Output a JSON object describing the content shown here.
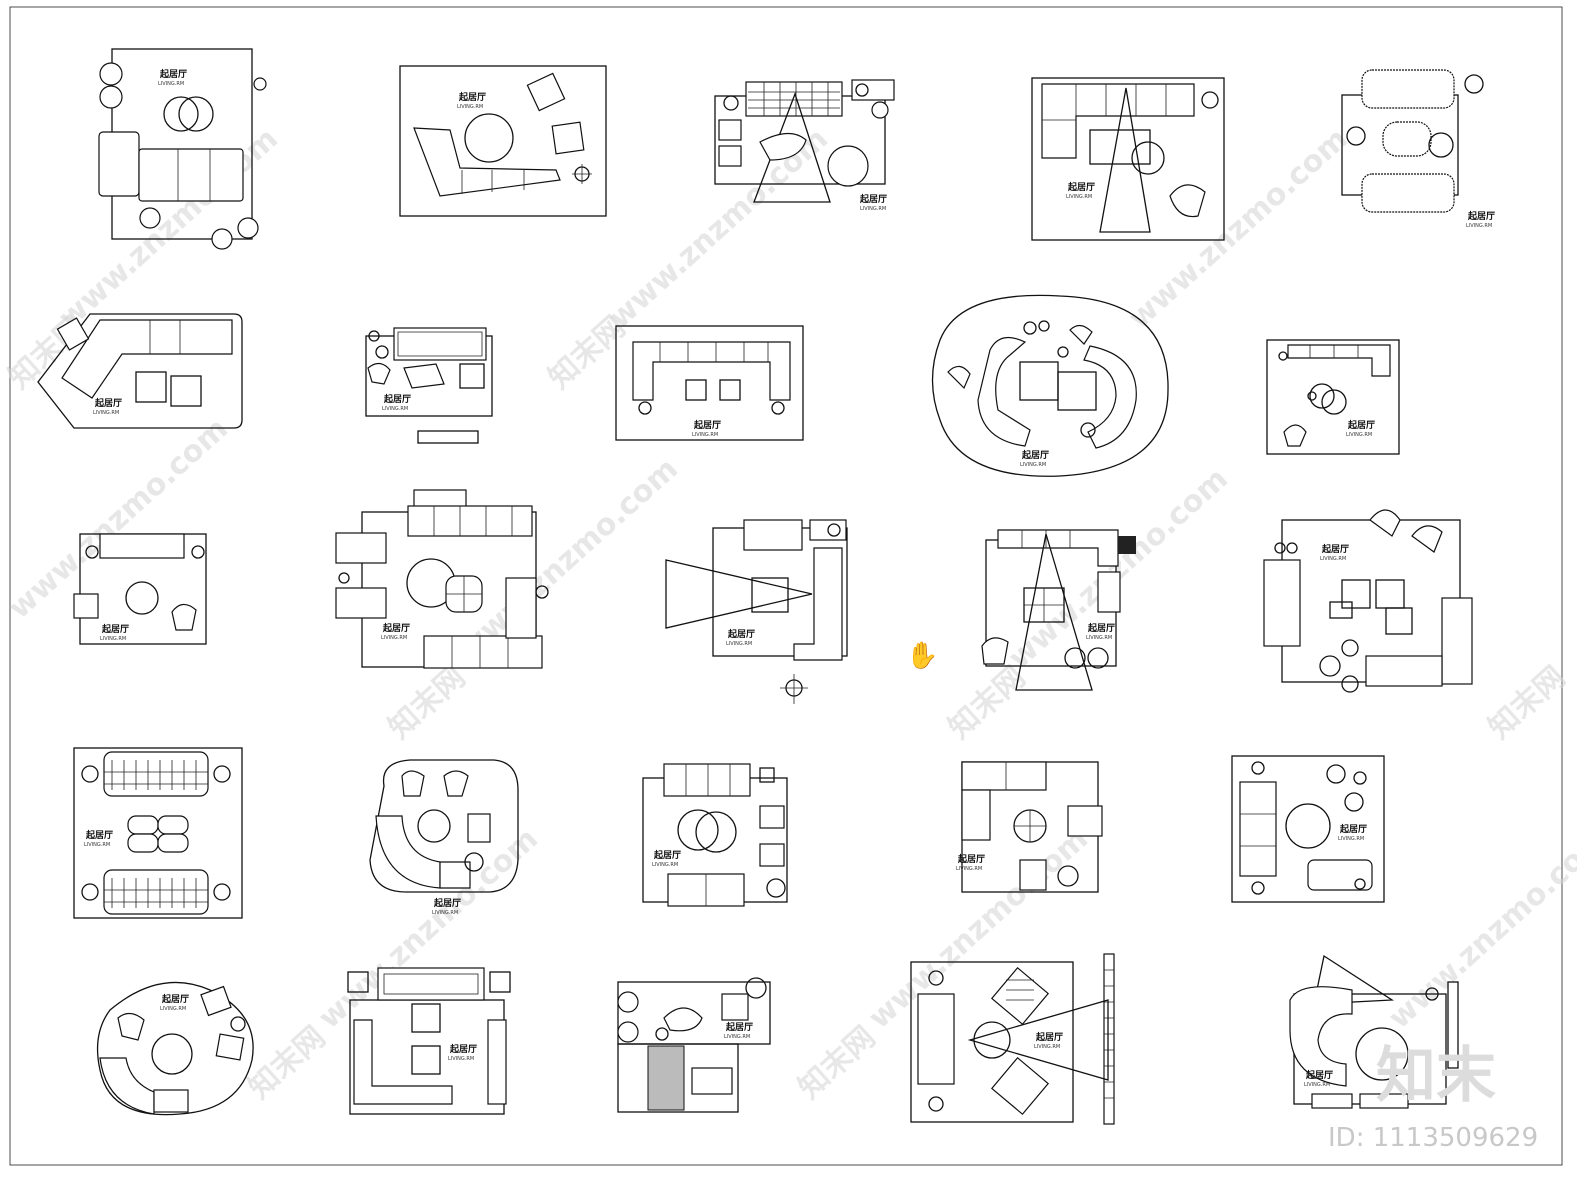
{
  "sheet": {
    "label_cn": "起居厅",
    "label_en": "LIVING.RM",
    "watermark_cn": "知末网",
    "watermark_url": "www.znzmo.com",
    "brand_text": "知末",
    "id_text": "ID: 1113509629"
  },
  "plans": [
    {
      "style": "sofa-table-round",
      "title": "起居厅",
      "subtitle": "LIVING.RM"
    },
    {
      "style": "curved-sofa-round",
      "title": "起居厅",
      "subtitle": "LIVING.RM"
    },
    {
      "style": "sofa-armchairs-rug",
      "title": "起居厅",
      "subtitle": "LIVING.RM"
    },
    {
      "style": "L-sofa-rug",
      "title": "起居厅",
      "subtitle": "LIVING.RM"
    },
    {
      "style": "double-sofa-oval",
      "title": "起居厅",
      "subtitle": "LIVING.RM"
    },
    {
      "style": "angled-sectional",
      "title": "起居厅",
      "subtitle": "LIVING.RM"
    },
    {
      "style": "sofa-ottomans",
      "title": "起居厅",
      "subtitle": "LIVING.RM"
    },
    {
      "style": "U-sofa",
      "title": "起居厅",
      "subtitle": "LIVING.RM"
    },
    {
      "style": "organic-curved",
      "title": "起居厅",
      "subtitle": "LIVING.RM"
    },
    {
      "style": "small-L",
      "title": "起居厅",
      "subtitle": "LIVING.RM"
    },
    {
      "style": "square-armchairs",
      "title": "起居厅",
      "subtitle": "LIVING.RM"
    },
    {
      "style": "corner-sofa-round-table",
      "title": "起居厅",
      "subtitle": "LIVING.RM"
    },
    {
      "style": "projector-sofa",
      "title": "起居厅",
      "subtitle": "LIVING.RM"
    },
    {
      "style": "L-sofa-projector",
      "title": "起居厅",
      "subtitle": "LIVING.RM"
    },
    {
      "style": "lounge-mixed",
      "title": "起居厅",
      "subtitle": "LIVING.RM"
    },
    {
      "style": "facing-sofas-grid",
      "title": "起居厅",
      "subtitle": "LIVING.RM"
    },
    {
      "style": "rounded-curved",
      "title": "",
      "subtitle": ""
    },
    {
      "style": "facing-sofas-rug",
      "title": "起居厅",
      "subtitle": "LIVING.RM"
    },
    {
      "style": "corner-table-chairs",
      "title": "起居厅",
      "subtitle": "LIVING.RM"
    },
    {
      "style": "sofa-round-table",
      "title": "起居厅",
      "subtitle": "LIVING.RM"
    },
    {
      "style": "oval-curved",
      "title": "起居厅",
      "subtitle": "LIVING.RM"
    },
    {
      "style": "U-sofa-ottomans",
      "title": "起居厅",
      "subtitle": "LIVING.RM"
    },
    {
      "style": "chairs-table-split",
      "title": "起居厅",
      "subtitle": "LIVING.RM"
    },
    {
      "style": "projector-chairs",
      "title": "起居厅",
      "subtitle": "LIVING.RM"
    },
    {
      "style": "curved-corner",
      "title": "起居厅",
      "subtitle": "LIVING.RM"
    }
  ],
  "colors": {
    "line": "#111111",
    "watermark": "#d4d4d4",
    "background": "#ffffff"
  }
}
